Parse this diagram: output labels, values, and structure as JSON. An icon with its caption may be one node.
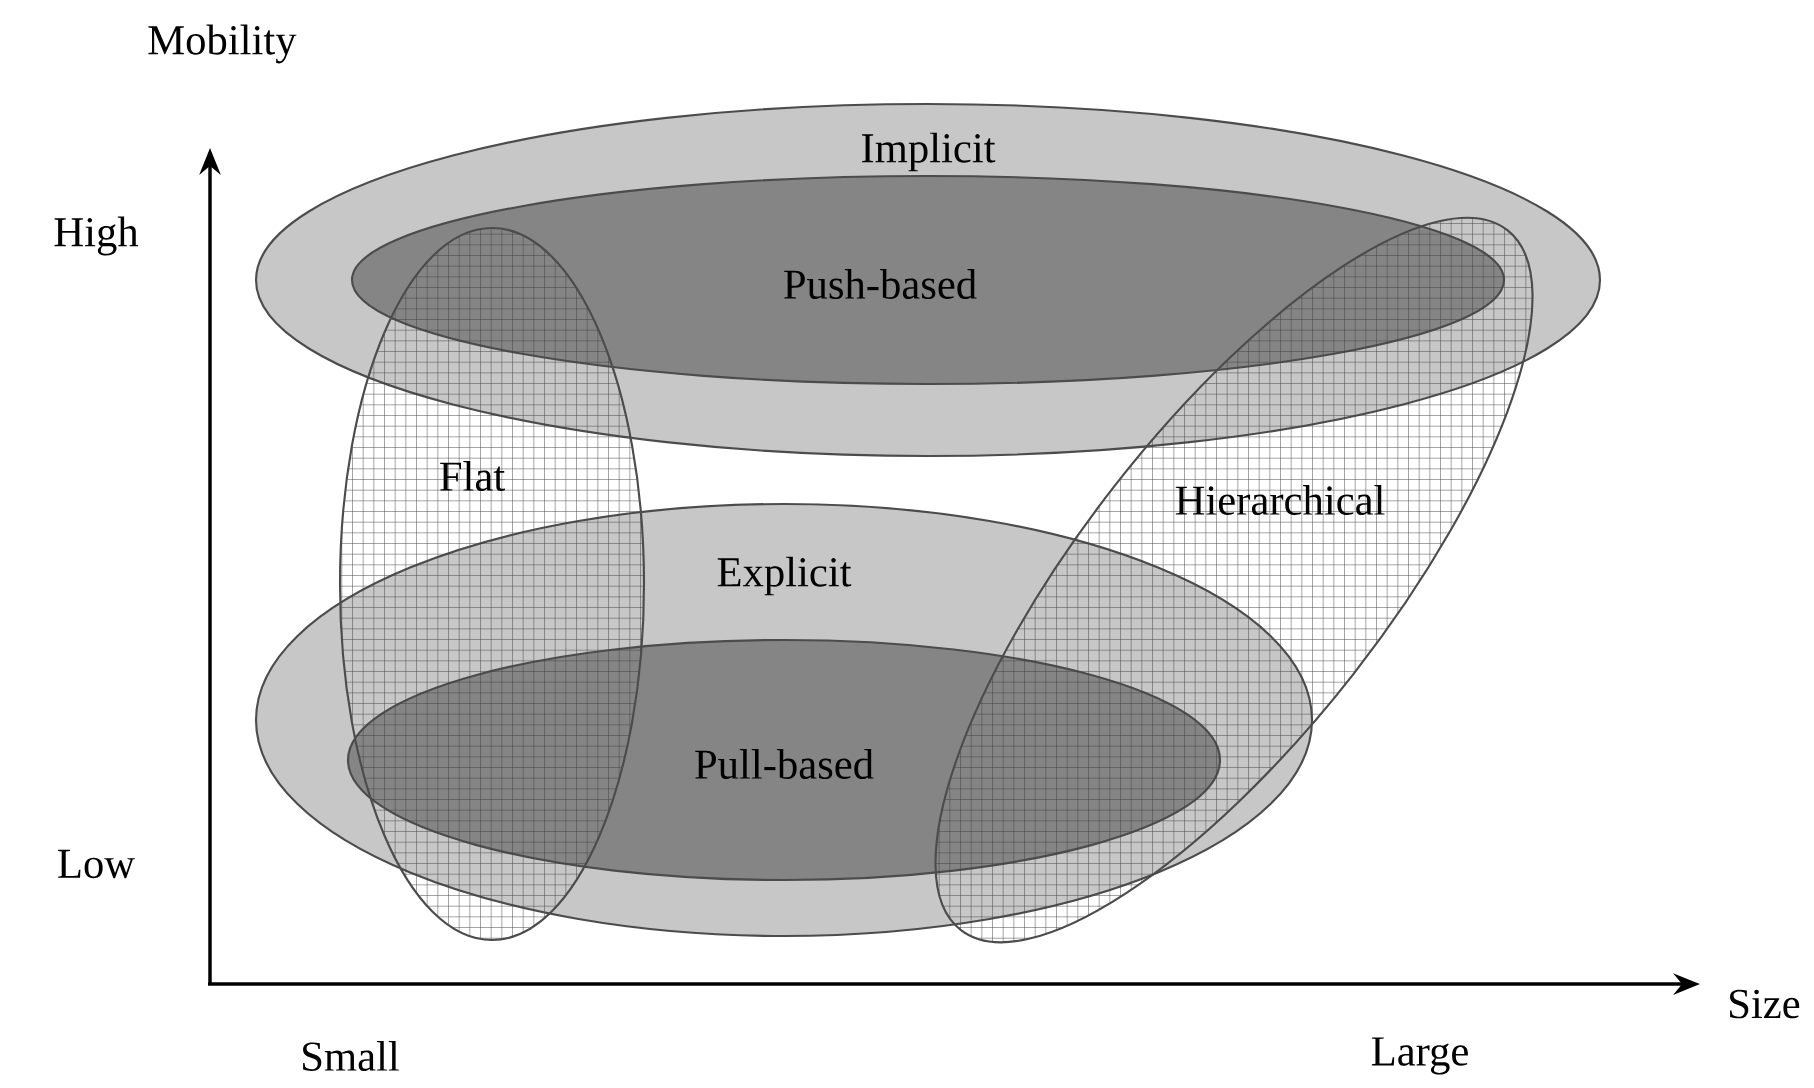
{
  "diagram": {
    "nodes": [
      {
        "text": [
          "Implicit"
        ]
      },
      {
        "text": [
          "Push-based"
        ],
        "in": 0
      },
      {
        "text": [
          "Explicit"
        ]
      },
      {
        "text": [
          "Pull-based"
        ],
        "in": 2
      },
      {
        "text": [
          "Flat"
        ]
      },
      {
        "text": [
          "Hierarchical"
        ]
      }
    ],
    "labels": [
      "Mobility",
      "High",
      "Low",
      "Size",
      "Small",
      "Large"
    ]
  }
}
